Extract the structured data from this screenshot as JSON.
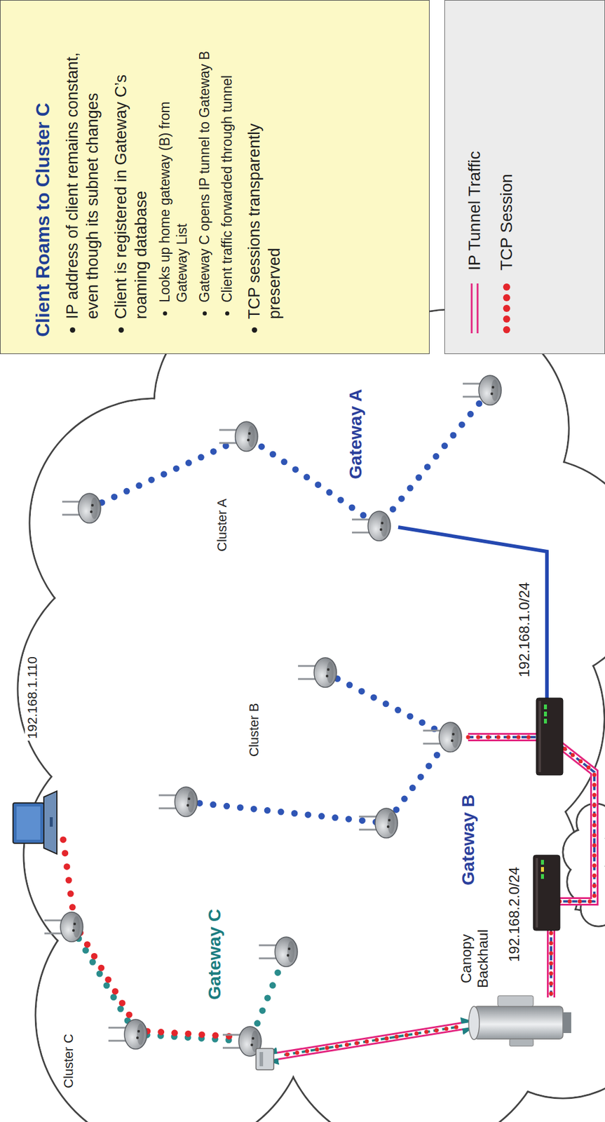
{
  "diagram": {
    "nodes": [
      {
        "text": [
          "Client Roams to Cluster C",
          "IP address of client remains constant, even though its subnet changes",
          "Client is registered in Gateway C’s roaming database",
          "Looks up home gateway (B) from Gateway List",
          "Gateway C opens IP tunnel to Gateway B",
          "Client traffic forwarded through tunnel",
          "TCP sessions transparently preserved"
        ]
      }
    ],
    "labels": [
      "192.168.1.110",
      "Cluster C",
      "Gateway C",
      "Canopy Backhaul",
      "Cluster B",
      "Gateway B",
      "192.168.2.0/24",
      "192.168.1.0/24",
      "Cluster A",
      "Gateway A"
    ],
    "legend": [
      {
        "text": "IP Tunnel Traffic"
      },
      {
        "text": "TCP Session"
      }
    ]
  }
}
